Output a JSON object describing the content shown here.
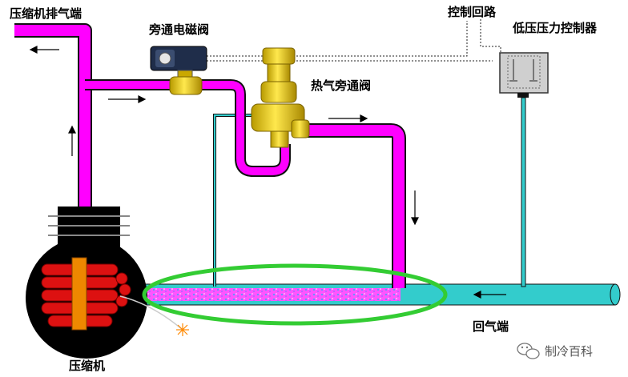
{
  "labels": {
    "compressor_discharge": "压缩机排气端",
    "bypass_solenoid": "旁通电磁阀",
    "control_circuit": "控制回路",
    "low_pressure_controller": "低压压力控制器",
    "hot_gas_bypass_valve": "热气旁通阀",
    "suction_end": "回气端",
    "compressor": "压缩机"
  },
  "watermark": {
    "text": "制冷百科",
    "icon": "wechat-icon"
  },
  "colors": {
    "discharge_pipe": "#ff00ff",
    "suction_pipe": "#33cccc",
    "highlight_ellipse": "#33cc33",
    "valve_body": "#e6c800",
    "compressor_body": "#000000",
    "motor_coils": "#dd1111",
    "motor_band": "#ee8800"
  }
}
